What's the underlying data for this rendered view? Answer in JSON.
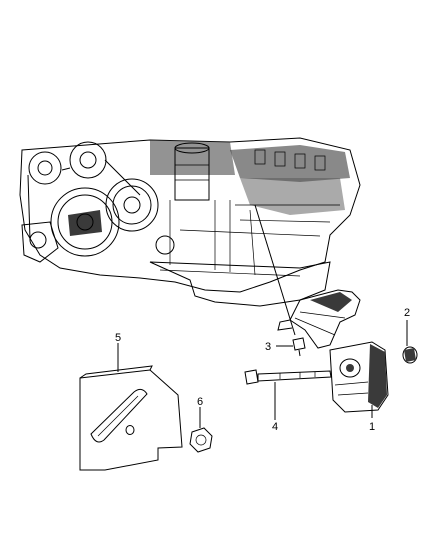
{
  "callouts": [
    {
      "id": "1",
      "label": "1",
      "part": "engine-mount-insulator"
    },
    {
      "id": "2",
      "label": "2",
      "part": "nut"
    },
    {
      "id": "3",
      "label": "3",
      "part": "bolt"
    },
    {
      "id": "4",
      "label": "4",
      "part": "through-bolt"
    },
    {
      "id": "5",
      "label": "5",
      "part": "heat-shield"
    },
    {
      "id": "6",
      "label": "6",
      "part": "nut"
    }
  ],
  "colors": {
    "line": "#000000",
    "background": "#ffffff",
    "shade": "#3a3a3a"
  }
}
